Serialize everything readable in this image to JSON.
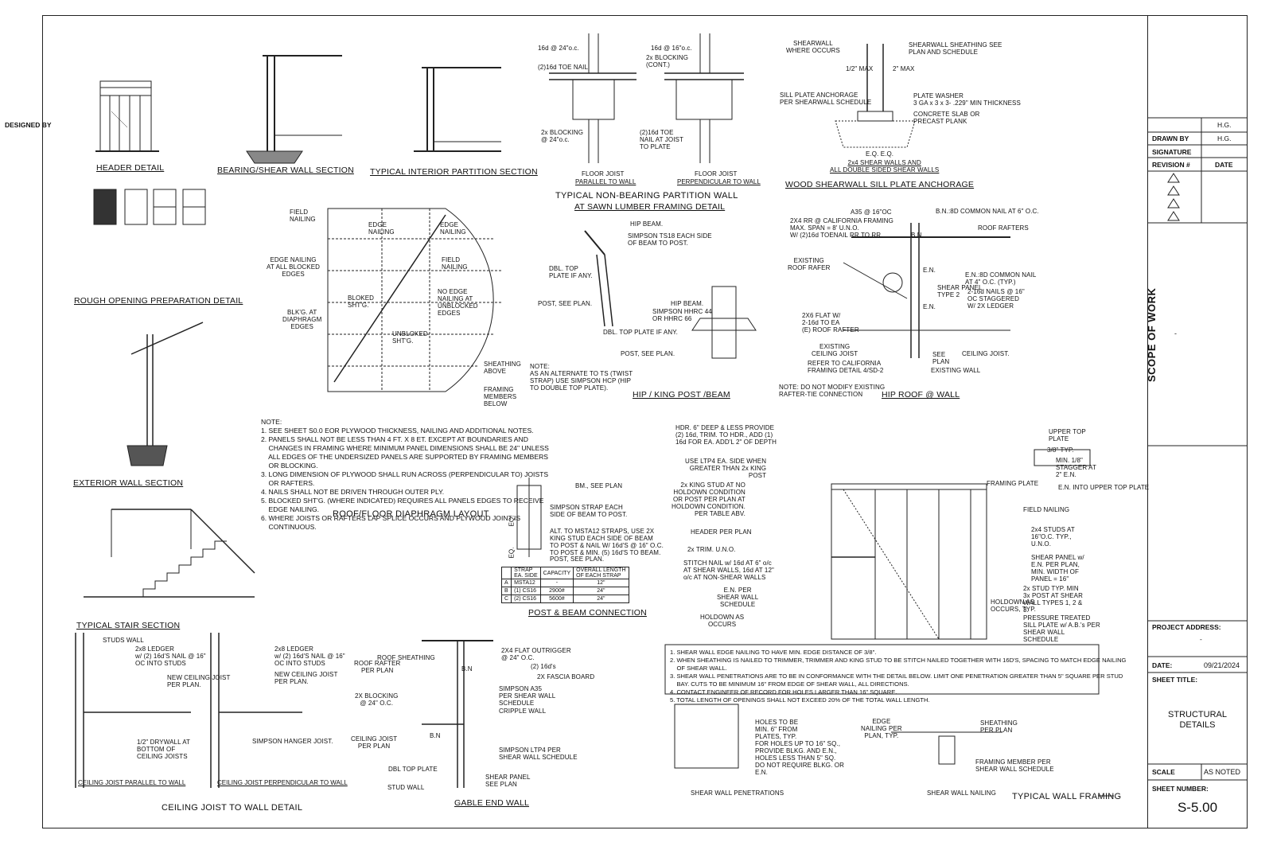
{
  "title_block": {
    "designed_by_label": "DESIGNED BY",
    "designed_by": "H.G.",
    "drawn_by_label": "DRAWN BY",
    "drawn_by": "H.G.",
    "signature_label": "SIGNATURE",
    "revision_label": "REVISION #",
    "date_col_label": "DATE",
    "scope_label": "SCOPE OF WORK",
    "scope_value": "-",
    "project_address_label": "PROJECT ADDRESS:",
    "project_address_value": "-",
    "date_label": "DATE:",
    "date_value": "09/21/2024",
    "sheet_title_label": "SHEET TITLE:",
    "sheet_title_1": "STRUCTURAL",
    "sheet_title_2": "DETAILS",
    "scale_label": "SCALE",
    "scale_value": "AS NOTED",
    "sheet_number_label": "SHEET NUMBER:",
    "sheet_number": "S-5.00"
  },
  "titles": {
    "header_detail": "HEADER DETAIL",
    "bearing_shear": "BEARING/SHEAR WALL SECTION",
    "interior_partition": "TYPICAL INTERIOR PARTITION SECTION",
    "nonbearing_1": "TYPICAL NON-BEARING PARTITION WALL",
    "nonbearing_2": "AT SAWN LUMBER FRAMING DETAIL",
    "sill_plate": "WOOD SHEARWALL SILL PLATE ANCHORAGE",
    "rough_opening": "ROUGH OPENING PREPARATION DETAIL",
    "exterior_wall": "EXTERIOR WALL SECTION",
    "diaphragm": "ROOF/FLOOR DIAPHRAGM LAYOUT",
    "hip_king": "HIP / KING POST /BEAM",
    "hip_roof": "HIP ROOF @ WALL",
    "post_beam": "POST & BEAM CONNECTION",
    "stair": "TYPICAL STAIR SECTION",
    "ceiling_joist": "CEILING JOIST TO WALL DETAIL",
    "gable": "GABLE END WALL",
    "wall_framing": "TYPICAL WALL FRAMING"
  },
  "subtitles": {
    "floor_parallel": "FLOOR JOIST",
    "floor_parallel_2": "PARALLEL TO WALL",
    "floor_perp": "FLOOR JOIST",
    "floor_perp_2": "PERPENDICULAR TO WALL",
    "cj_parallel": "CEILING JOIST PARALLEL TO WALL",
    "cj_perp": "CEILING JOIST PERPENDICULAR TO WALL",
    "shear_penetrations": "SHEAR WALL PENETRATIONS",
    "shear_nailing": "SHEAR WALL NAILING"
  },
  "labels": {
    "nb_16d_24": "16d @ 24\"o.c.",
    "nb_toe": "(2)16d TOE NAIL",
    "nb_blocking": "2x BLOCKING\n@ 24\"o.c.",
    "nb_16d_16": "16d @ 16\"o.c.",
    "nb_blocking_cont": "2x BLOCKING\n(CONT.)",
    "nb_toe_joist": "(2)16d TOE\nNAIL AT JOIST\nTO PLATE",
    "sp_where": "SHEARWALL\nWHERE OCCURS",
    "sp_sheathing": "SHEARWALL SHEATHING SEE\nPLAN AND SCHEDULE",
    "sp_half_max": "1/2\" MAX",
    "sp_2_max": "2\" MAX",
    "sp_anchorage": "SILL PLATE ANCHORAGE\nPER SHEARWALL SCHEDULE",
    "sp_washer": "PLATE WASHER\n3 GA x 3 x 3- .229\" MIN THICKNESS",
    "sp_concrete": "CONCRETE SLAB OR\nPRECAST PLANK",
    "sp_eq": "E.Q. E.Q.",
    "sp_2x4": "2x4 SHEAR WALLS AND\nALL DOUBLE SIDED SHEAR WALLS",
    "dp_field": "FIELD\nNAILING",
    "dp_edge1": "EDGE\nNAILING",
    "dp_edge2": "EDGE\nNAILING",
    "dp_edge_all": "EDGE NAILING\nAT ALL BLOCKED\nEDGES",
    "dp_field2": "FIELD\nNAILING",
    "dp_bloked": "BLOKED\nSHT'G.",
    "dp_no_edge": "NO EDGE\nNAILING AT\nUNBLOCKED\nEDGES",
    "dp_blkg": "BLK'G. AT\nDIAPHRAGM\nEDGES",
    "dp_unbloked": "UNBLOKED\nSHT'G.",
    "dp_sheathing_above": "SHEATHING\nABOVE",
    "dp_framing_below": "FRAMING\nMEMBERS\nBELOW",
    "hk_hip": "HIP BEAM.",
    "hk_simpson_ts": "SIMPSON TS18 EACH SIDE\nOF BEAM TO POST.",
    "hk_dbl_top": "DBL. TOP\nPLATE IF ANY.",
    "hk_post": "POST, SEE PLAN.",
    "hk_hip2": "HIP BEAM.",
    "hk_hhrc": "SIMPSON HHRC 44\nOR HHRC 66",
    "hk_dbl_top2": "DBL. TOP PLATE IF ANY.",
    "hk_post2": "POST, SEE PLAN.",
    "hk_note": "NOTE:\nAS AN ALTERNATE TO TS (TWIST\nSTRAP) USE SIMPSON HCP (HIP\nTO DOUBLE TOP PLATE).",
    "hr_a35": "A35 @ 16\"OC",
    "hr_2x4": "2X4 RR @ CALIFORNIA FRAMING\nMAX. SPAN = 8' U.N.O.\nW/ (2)16d TOENAIL RR TO RR.",
    "hr_bn": "B.N.:8D COMMON NAIL AT 6\" O.C.",
    "hr_bn2": "B.N.",
    "hr_rafters": "ROOF RAFTERS",
    "hr_existing": "EXISTING\nROOF RAFER",
    "hr_en": "E.N.",
    "hr_en_nail": "E.N.:8D COMMON NAIL\nAT 4\" O.C. (TYP.)",
    "hr_panel": "SHEAR PANEL\nTYPE 2",
    "hr_16d": "2-16d NAILS @ 16\"\nOC STAGGERED\nW/ 2X LEDGER",
    "hr_en2": "E.N.",
    "hr_2x6": "2X6 FLAT W/\n2-16d TO EA\n(E) ROOF RAFTER",
    "hr_see_plan": "SEE\nPLAN",
    "hr_ceiling": "CEILING JOIST.",
    "hr_ex_ceiling": "EXISTING\nCEILING JOIST",
    "hr_refer": "REFER TO CALIFORNIA\nFRAMING DETAIL 4/SD-2",
    "hr_ex_wall": "EXISTING WALL",
    "hr_note": "NOTE: DO NOT MODIFY EXISTING\nRAFTER-TIE CONNECTION",
    "pb_bm": "BM., SEE PLAN",
    "pb_strap": "SIMPSON STRAP EACH\nSIDE OF BEAM TO POST.",
    "pb_alt": "ALT. TO MSTA12 STRAPS, USE 2X\nKING STUD EACH SIDE OF BEAM\nTO POST & NAIL W/ 16d'S @ 16\" O.C.\nTO POST & MIN. (5) 16d'S TO BEAM.",
    "pb_post": "POST, SEE PLAN.",
    "pb_eq1": "EQ.",
    "pb_eq2": "EQ.",
    "wf_hdr": "HDR. 6\" DEEP & LESS PROVIDE\n(2) 16d, TRIM. TO HDR., ADD (1)\n16d FOR EA. ADD'L 2\" OF DEPTH",
    "wf_ltp4": "USE LTP4 EA. SIDE WHEN\nGREATER THAN 2x KING\nPOST",
    "wf_king": "2x KING STUD AT NO\nHOLDOWN CONDITION\nOR POST PER PLAN AT\nHOLDOWN CONDITION.\nPER TABLE ABV.",
    "wf_header": "HEADER PER PLAN",
    "wf_trim": "2x TRIM. U.N.O.",
    "wf_stitch": "STITCH NAIL w/ 16d AT 6\" o/c\nAT SHEAR WALLS, 16d AT 12\"\no/c AT NON-SHEAR WALLS",
    "wf_en": "E.N. PER\nSHEAR WALL\nSCHEDULE",
    "wf_holdown": "HOLDOWN AS\nOCCURS",
    "wf_upper": "UPPER TOP\nPLATE",
    "wf_38": "3/8\" TYP.",
    "wf_min18": "MIN. 1/8\"\nSTAGGER AT\n2\" E.N.",
    "wf_framing_plate": "FRAMING PLATE",
    "wf_en_upper": "E.N. INTO UPPER TOP PLATE",
    "wf_field": "FIELD NAILING",
    "wf_2x4studs": "2x4 STUDS AT\n16\"O.C. TYP.,\nU.N.O.",
    "wf_panel": "SHEAR PANEL w/\nE.N. PER PLAN,\nMIN. WIDTH OF\nPANEL = 16\"",
    "wf_2xstud": "2x STUD TYP. MIN\n3x POST AT SHEAR\nWALL TYPES 1, 2 &\n3.",
    "wf_holdown2": "HOLDOWN AS\nOCCURS, TYP.",
    "wf_pt": "PRESSURE TREATED\nSILL PLATE w/ A.B.'s PER\nSHEAR WALL\nSCHEDULE",
    "wf_holes": "HOLES TO BE\nMIN. 6\" FROM\nPLATES, TYP.",
    "wf_holes16": "FOR HOLES UP TO 16\" SQ.,\nPROVIDE BLKG. AND E.N.,\nHOLES LESS THAN 5\" SQ.\nDO NOT REQUIRE BLKG. OR\nE.N.",
    "wf_edge": "EDGE\nNAILING PER\nPLAN, TYP.",
    "wf_sheathing": "SHEATHING\nPER PLAN",
    "wf_framing_member": "FRAMING MEMBER PER\nSHEAR WALL SCHEDULE",
    "cj_studs": "STUDS WALL",
    "cj_ledger1": "2x8 LEDGER\nw/ (2) 16d'S NAIL @ 16\"\nOC INTO STUDS",
    "cj_new1": "NEW CEILING JOIST\nPER PLAN.",
    "cj_drywall": "1/2\" DRYWALL AT\nBOTTOM OF\nCEILING JOISTS",
    "cj_ledger2": "2x8 LEDGER\nw/ (2) 16d'S NAIL @ 16\"\nOC INTO STUDS",
    "cj_new2": "NEW CEILING JOIST\nPER PLAN.",
    "cj_hanger": "SIMPSON HANGER JOIST.",
    "ge_roof": "ROOF SHEATHING",
    "ge_outrigger": "2X4 FLAT OUTRIGGER\n@ 24\" O.C.",
    "ge_bn": "B.N",
    "ge_bn2": "B.N",
    "ge_rafter": "ROOF RAFTER\nPER PLAN",
    "ge_16ds": "(2) 16d's",
    "ge_fascia": "2X FASCIA BOARD",
    "ge_a35": "SIMPSON A35\nPER SHEAR WALL\nSCHEDULE",
    "ge_cripple": "CRIPPLE WALL",
    "ge_blocking": "2X BLOCKING\n@ 24\" O.C.",
    "ge_ceiling": "CEILING JOIST\nPER PLAN",
    "ge_ltp4": "SIMPSON LTP4 PER\nSHEAR WALL SCHEDULE",
    "ge_dbl": "DBL TOP PLATE",
    "ge_panel": "SHEAR PANEL\nSEE PLAN",
    "ge_stud": "STUD WALL"
  },
  "diaphragm_notes": "NOTE:\n1. SEE SHEET S0.0 EOR PLYWOOD THICKNESS, NAILING AND ADDITIONAL NOTES.\n2. PANELS SHALL NOT BE LESS THAN 4 FT. X 8 ET. EXCEPT AT BOUNDARIES AND\n    CHANGES IN FRAMING WHERE MINIMUM PANEL DIMENSIONS SHALL BE 24\" UNLESS\n    ALL EDGES OF THE UNDERSIZED PANELS ARE SUPPORTED BY FRAMING MEMBERS\n    OR BLOCKING.\n3. LONG DIMENSION OF PLYWOOD SHALL RUN ACROSS (PERPENDICULAR TO) JOISTS\n    OR RAFTERS.\n4. NAILS SHALL NOT BE DRIVEN THROUGH OUTER PLY.\n5. BLOCKED SHT'G. (WHERE INDICATED) REQUIRES ALL PANELS EDGES TO RECEIVE\n    EDGE NAILING.\n6. WHERE JOISTS OR RAFTERS LAP SPLICE OCCURS AND PLYWOOD JOINT IS\n    CONTINUOUS.",
  "shear_notes": "1. SHEAR WALL EDGE NAILING TO HAVE MIN. EDGE DISTANCE OF 3/8\".\n2. WHEN SHEATHING IS NAILED TO TRIMMER, TRIMMER AND KING STUD TO BE STITCH NAILED TOGETHER WITH 16D'S, SPACING TO MATCH EDGE NAILING\n    OF SHEAR WALL.\n3. SHEAR WALL PENETRATIONS ARE TO BE IN CONFORMANCE WITH THE DETAIL BELOW. LIMIT ONE PENETRATION GREATER THAN 5\" SQUARE PER STUD\n    BAY. CUTS TO BE MINIMUM 16\" FROM EDGE OF SHEAR WALL, ALL DIRECTIONS.\n4. CONTACT ENGINEER OF RECORD FOR HOLES LARGER THAN 16\" SQUARE.\n5. TOTAL LENGTH OF OPENINGS SHALL NOT EXCEED 20% OF THE TOTAL WALL LENGTH.",
  "strap_table": {
    "headers": [
      "STRAP\nEA. SIDE",
      "CAPACITY",
      "OVERALL LENGTH\nOF EACH STRAP"
    ],
    "rows": [
      {
        "id": "A",
        "strap": "MSTA12",
        "capacity": "-",
        "length": "12\""
      },
      {
        "id": "B",
        "strap": "(1) CS16",
        "capacity": "2900#",
        "length": "24\""
      },
      {
        "id": "C",
        "strap": "(2) CS16",
        "capacity": "5600#",
        "length": "24\""
      }
    ]
  }
}
